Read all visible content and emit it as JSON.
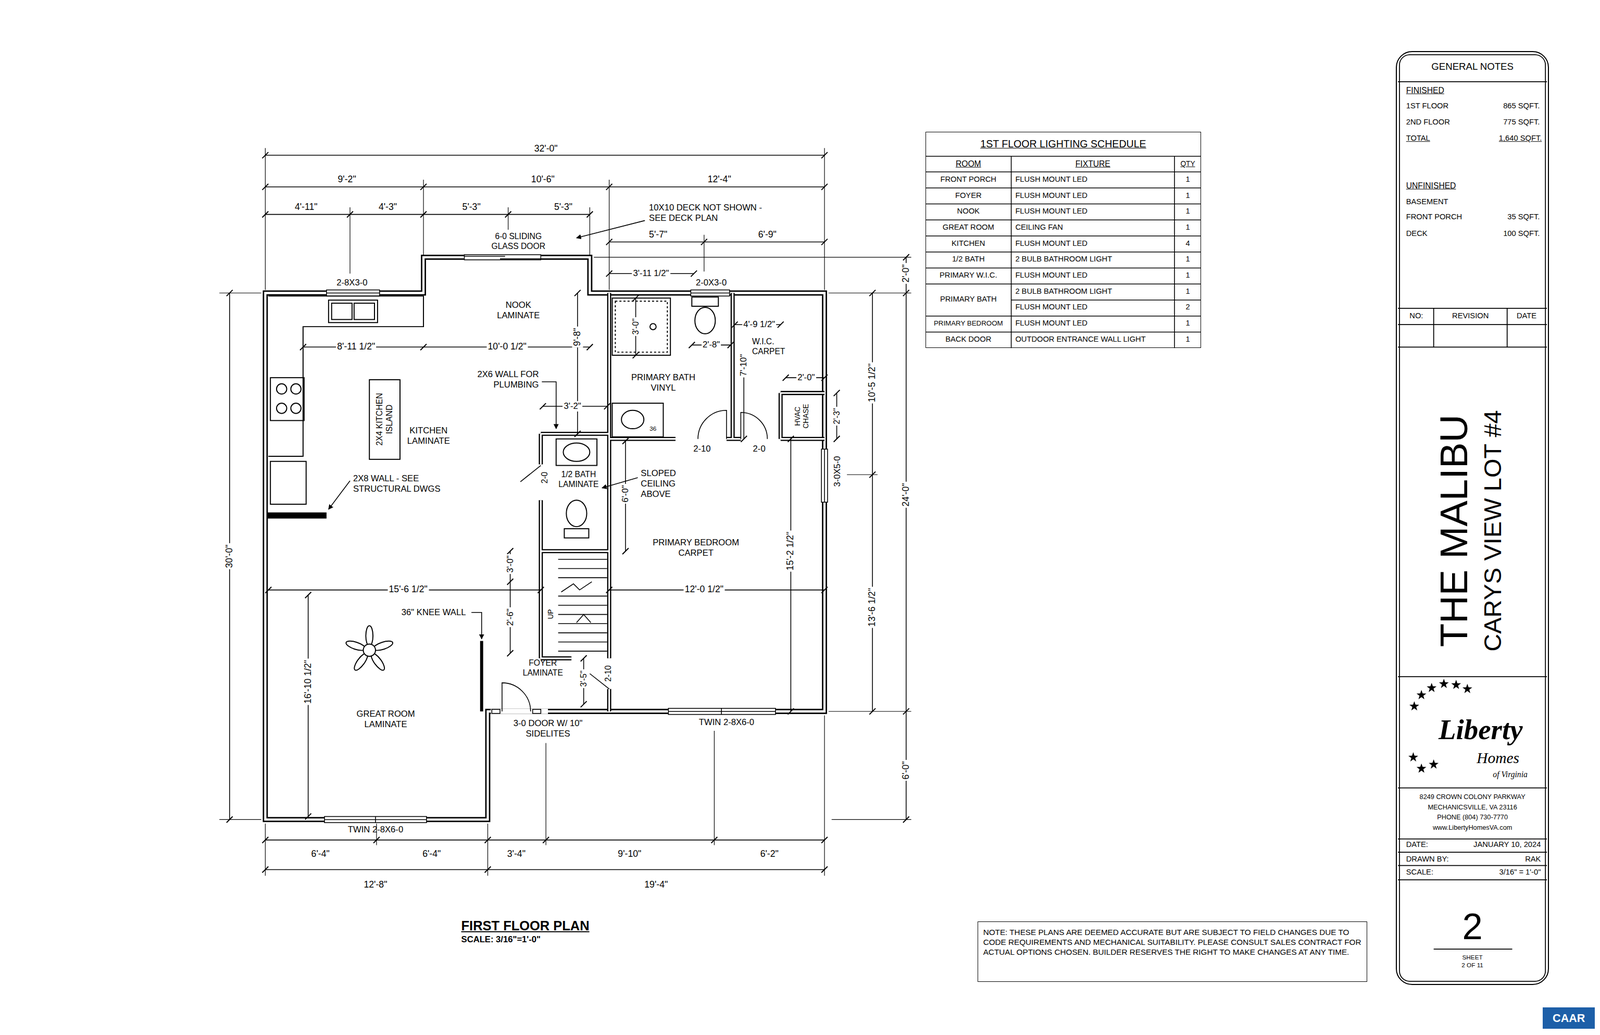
{
  "diagram": {
    "nodes": [
      {
        "text": [
          "GENERAL NOTES"
        ]
      },
      {
        "text": [
          "1ST FLOOR LIGHTING SCHEDULE"
        ]
      },
      {
        "text": [
          "NOTE: THESE PLANS ARE DEEMED ACCURATE BUT ARE SUBJECT TO FIELD CHANGES DUE TO CODE REQUIREMENTS AND MECHANICAL SUITABILITY. PLEASE CONSULT SALES CONTRACT FOR ACTUAL OPTIONS CHOSEN. BUILDER RESERVES THE RIGHT TO MAKE CHANGES AT ANY TIME."
        ]
      },
      {
        "text": [
          "CAAR"
        ]
      }
    ],
    "labels": [
      "32'-0\"",
      "9'-2\"",
      "10'-6\"",
      "12'-4\"",
      "4'-11\"",
      "4'-3\"",
      "5'-3\"",
      "5'-3\"",
      "10X10 DECK NOT SHOWN - SEE DECK PLAN",
      "6-0 SLIDING GLASS DOOR",
      "5'-7\"",
      "6'-9\"",
      "2'-0\"",
      "2-8X3-0",
      "3'-11 1/2\"",
      "2-0X3-0",
      "NOOK LAMINATE",
      "3'-0\"",
      "2'-8\"",
      "4'-9 1/2\"",
      "W.I.C. CARPET",
      "8'-11 1/2\"",
      "10'-0 1/2\"",
      "9'-8\"",
      "10'-5 1/2\"",
      "7'-10\"",
      "2'-0\"",
      "2X6 WALL FOR PLUMBING",
      "PRIMARY BATH VINYL",
      "2X4 KITCHEN ISLAND",
      "KITCHEN LAMINATE",
      "3'-2\"",
      "2'-3\"",
      "HVAC CHASE",
      "36",
      "2-10",
      "2-0",
      "3-0X5-0",
      "2-0",
      "1/2 BATH LAMINATE",
      "SLOPED CEILING ABOVE",
      "2X8 WALL - SEE STRUCTURAL DWGS",
      "24'-0\"",
      "6'-0\"",
      "PRIMARY BEDROOM CARPET",
      "15'-2 1/2\"",
      "3'-0\"",
      "15'-6 1/2\"",
      "12'-0 1/2\"",
      "13'-6 1/2\"",
      "36\" KNEE WALL",
      "UP",
      "2'-6\"",
      "16'-10 1/2\"",
      "30'-0\"",
      "FOYER LAMINATE",
      "3'-5\"",
      "2-10",
      "GREAT ROOM LAMINATE",
      "3-0 DOOR W/ 10\" SIDELITES",
      "TWIN 2-8X6-0",
      "6'-0\"",
      "TWIN 2-8X6-0",
      "6'-4\"",
      "6'-4\"",
      "3'-4\"",
      "9'-10\"",
      "6'-2\"",
      "12'-8\"",
      "19'-4\"",
      "FIRST FLOOR PLAN",
      "SCALE: 3/16\"=1'-0\"",
      "ROOM",
      "FIXTURE",
      "QTY",
      "FRONT PORCH",
      "FLUSH MOUNT LED",
      "1",
      "FOYER",
      "FLUSH MOUNT LED",
      "1",
      "NOOK",
      "FLUSH MOUNT LED",
      "1",
      "GREAT ROOM",
      "CEILING FAN",
      "1",
      "KITCHEN",
      "FLUSH MOUNT LED",
      "4",
      "1/2 BATH",
      "2 BULB BATHROOM LIGHT",
      "1",
      "PRIMARY W.I.C.",
      "FLUSH MOUNT LED",
      "1",
      "PRIMARY BATH",
      "2 BULB BATHROOM LIGHT",
      "1",
      "FLUSH MOUNT LED",
      "2",
      "PRIMARY BEDROOM",
      "FLUSH MOUNT LED",
      "1",
      "BACK DOOR",
      "OUTDOOR ENTRANCE WALL LIGHT",
      "1",
      "FINISHED",
      "1ST FLOOR",
      "865 SQFT.",
      "2ND FLOOR",
      "775 SQFT.",
      "TOTAL",
      "1,640 SQFT.",
      "UNFINISHED",
      "BASEMENT",
      "FRONT PORCH",
      "35 SQFT.",
      "DECK",
      "100 SQFT.",
      "NO:",
      "REVISION",
      "DATE",
      "THE MALIBU",
      "CARYS VIEW LOT #4",
      "Liberty",
      "Homes",
      "of Virginia",
      "8249 CROWN COLONY PARKWAY",
      "MECHANICSVILLE, VA 23116",
      "PHONE (804) 730-7770",
      "www.LibertyHomesVA.com",
      "DATE:",
      "JANUARY 10, 2024",
      "DRAWN BY:",
      "RAK",
      "SCALE:",
      "3/16\" = 1'-0\"",
      "2",
      "SHEET",
      "2 OF 11"
    ]
  }
}
